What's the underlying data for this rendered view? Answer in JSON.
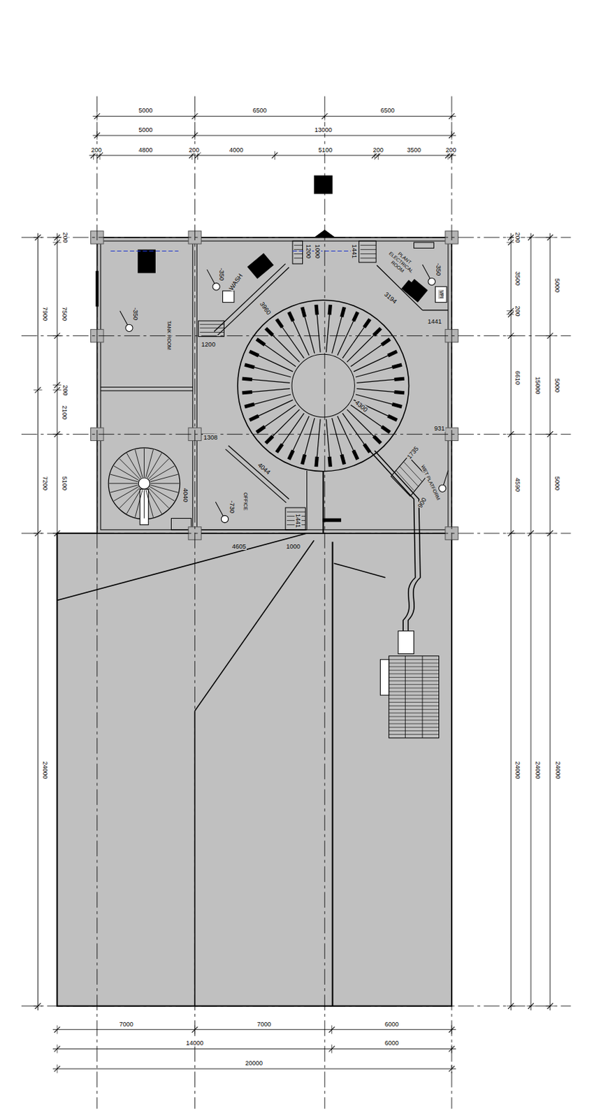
{
  "diagram": {
    "labels": [
      "5000",
      "6500",
      "6500",
      "5000",
      "13000",
      "200",
      "4800",
      "200",
      "4000",
      "5100",
      "200",
      "3500",
      "200",
      "200",
      "7900",
      "7500",
      "200",
      "2100",
      "7200",
      "5100",
      "24000",
      "200",
      "3500",
      "200",
      "6610",
      "4590",
      "24000",
      "5000",
      "15000",
      "5000",
      "5000",
      "24000",
      "24000",
      "7000",
      "7000",
      "6000",
      "14000",
      "6000",
      "20000",
      "-350",
      "WASH",
      "3960",
      "1200",
      "1000",
      "1441",
      "PLANT ELECTRICAL ROOM",
      "-350",
      "VPI",
      "3194",
      "1441",
      "-350",
      "TANK ROOM",
      "1200",
      "4300",
      "931",
      "1735",
      "WET PLATFORM",
      "900",
      "1308",
      "4044",
      "OFFICE",
      "-730",
      "4040",
      "1441",
      "4605",
      "1000"
    ]
  }
}
